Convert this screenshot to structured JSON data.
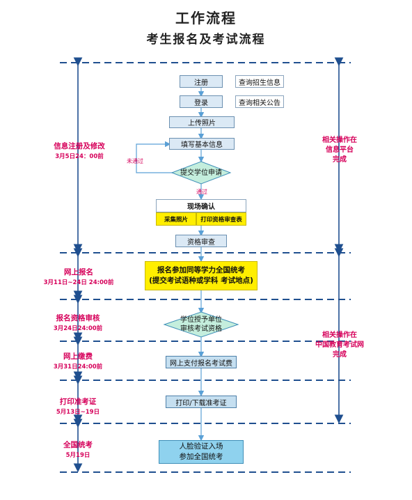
{
  "header": {
    "title": "工作流程",
    "subtitle": "考生报名及考试流程"
  },
  "stages": [
    {
      "name": "信息注册及修改",
      "date": "3月5日24：00前"
    },
    {
      "name": "网上报名",
      "date": "3月11日~24日 24:00前"
    },
    {
      "name": "报名资格审核",
      "date": "3月24日24:00前"
    },
    {
      "name": "网上缴费",
      "date": "3月31日24:00前"
    },
    {
      "name": "打印准考证",
      "date": "5月13日~19日"
    },
    {
      "name": "全国统考",
      "date": "5月19日"
    }
  ],
  "right_notes": [
    {
      "lines": [
        "相关操作在",
        "信息平台",
        "完成"
      ]
    },
    {
      "lines": [
        "相关操作在",
        "中国教育考试网",
        "完成"
      ]
    }
  ],
  "steps": {
    "register": "注册",
    "query_recruit": "查询招生信息",
    "login": "登录",
    "query_notice": "查询相关公告",
    "upload_photo": "上传照片",
    "fill_info": "填写基本信息",
    "submit_apply": "提交学位申请",
    "not_passed": "未通过",
    "passed": "通过",
    "onsite_confirm": "现场确认",
    "collect_photo": "采集照片",
    "print_review": "打印资格审查表",
    "qualification_review": "资格审查",
    "signup_line1": "报名参加同等学力全国统考",
    "signup_line2": "(提交考试语种或学科  考试地点)",
    "unit_review_line1": "学位授予单位",
    "unit_review_line2": "审核考试资格",
    "pay_fee": "网上支付报名考试费",
    "print_ticket": "打印/下载准考证",
    "exam_line1": "人脸验证入场",
    "exam_line2": "参加全国统考"
  },
  "colors": {
    "stage_text": "#d6005a",
    "divider": "#1f4f8f",
    "connector": "#5aa0d6",
    "yellow_box": "#ffee00",
    "cyan_box": "#8fd2ee"
  }
}
